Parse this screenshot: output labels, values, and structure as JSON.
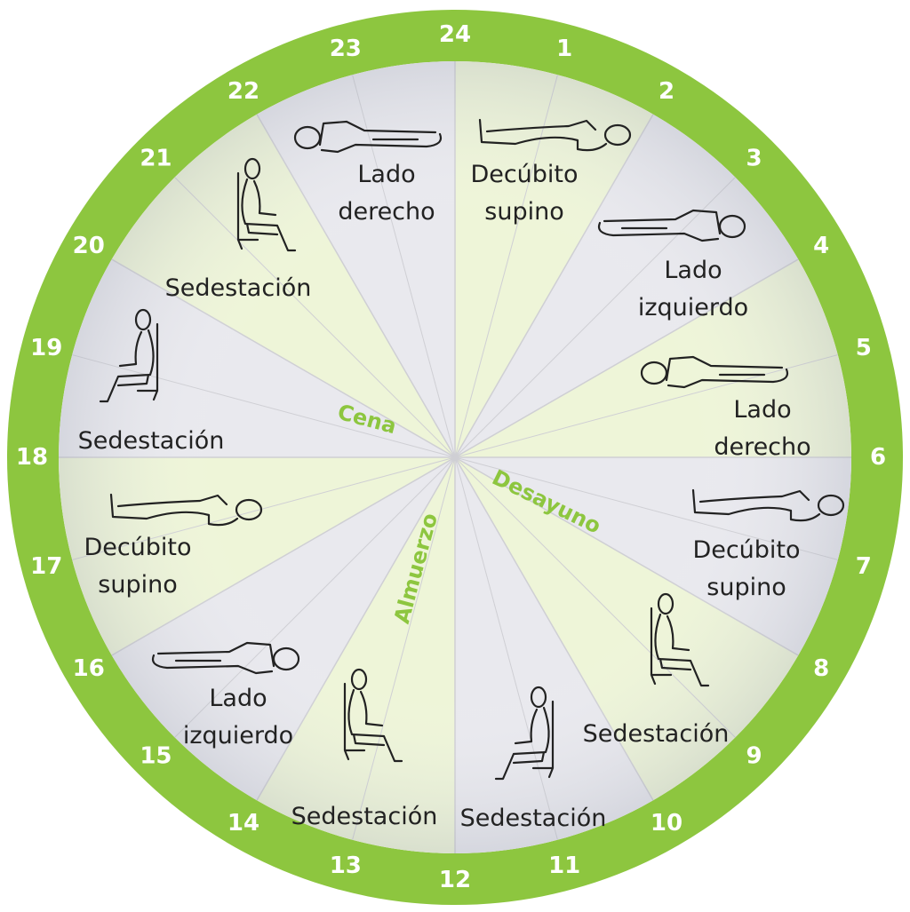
{
  "hours": [
    "24",
    "1",
    "2",
    "3",
    "4",
    "5",
    "6",
    "7",
    "8",
    "9",
    "10",
    "11",
    "12",
    "13",
    "14",
    "15",
    "16",
    "17",
    "18",
    "19",
    "20",
    "21",
    "22",
    "23"
  ],
  "colors": {
    "ring": "#8dc63f",
    "green_sector": "#eef5d8",
    "grey_sector": "#e9e9ee",
    "divider": "#cfcfd4",
    "meal": "#8dc63f"
  },
  "sectors": [
    {
      "line1": "Decúbito",
      "line2": "supino",
      "icon": "lying-supine-icon",
      "fill": "green"
    },
    {
      "line1": "Lado",
      "line2": "izquierdo",
      "icon": "lying-left-side-icon",
      "fill": "grey"
    },
    {
      "line1": "Lado",
      "line2": "derecho",
      "icon": "lying-right-side-icon",
      "fill": "green"
    },
    {
      "line1": "Decúbito",
      "line2": "supino",
      "icon": "lying-supine-icon",
      "fill": "grey"
    },
    {
      "line1": "Sedestación",
      "line2": "",
      "icon": "sitting-icon",
      "fill": "green"
    },
    {
      "line1": "Sedestación",
      "line2": "",
      "icon": "sitting-icon",
      "fill": "grey"
    },
    {
      "line1": "Sedestación",
      "line2": "",
      "icon": "sitting-icon",
      "fill": "green"
    },
    {
      "line1": "Lado",
      "line2": "izquierdo",
      "icon": "lying-left-side-icon",
      "fill": "grey"
    },
    {
      "line1": "Decúbito",
      "line2": "supino",
      "icon": "lying-supine-icon",
      "fill": "green"
    },
    {
      "line1": "Sedestación",
      "line2": "",
      "icon": "sitting-icon",
      "fill": "grey"
    },
    {
      "line1": "Sedestación",
      "line2": "",
      "icon": "sitting-icon",
      "fill": "green"
    },
    {
      "line1": "Lado",
      "line2": "derecho",
      "icon": "lying-right-side-icon",
      "fill": "grey"
    }
  ],
  "meals": [
    {
      "label": "Desayuno"
    },
    {
      "label": "Almuerzo"
    },
    {
      "label": "Cena"
    }
  ]
}
